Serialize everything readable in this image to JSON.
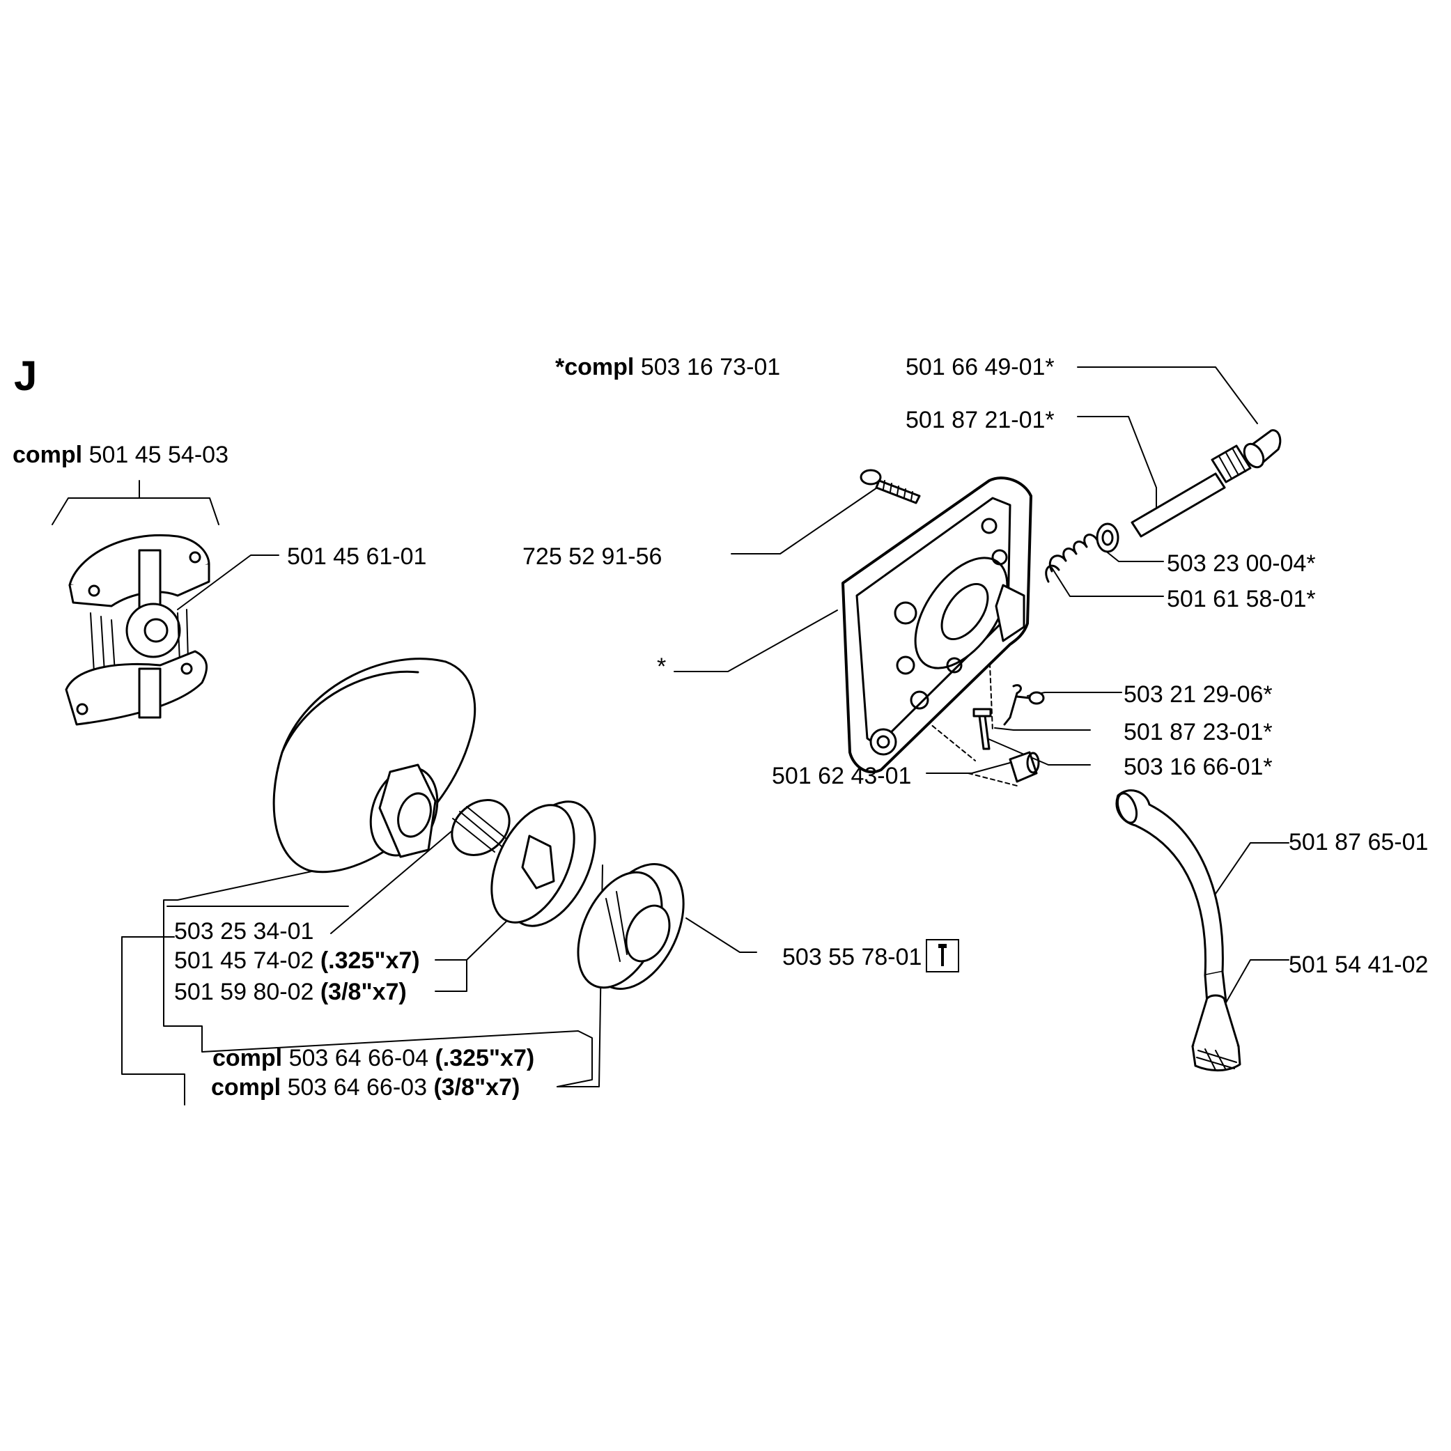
{
  "section_letter": "J",
  "labels": {
    "compl_word": "compl",
    "compl_star_word": "*compl",
    "compl_503_16_73_01": "503 16 73-01",
    "p_501_66_49_01": "501 66 49-01*",
    "p_501_87_21_01": "501 87 21-01*",
    "compl_501_45_54_03": "501 45 54-03",
    "p_501_45_61_01": "501 45 61-01",
    "p_725_52_91_56": "725 52 91-56",
    "p_503_23_00_04": "503 23 00-04*",
    "p_501_61_58_01": "501 61 58-01*",
    "star": "*",
    "p_503_21_29_06": "503 21 29-06*",
    "p_501_87_23_01": "501 87 23-01*",
    "p_503_16_66_01": "503 16 66-01*",
    "p_501_62_43_01": "501 62 43-01",
    "p_501_87_65_01": "501 87 65-01",
    "p_503_25_34_01": "503 25 34-01",
    "p_501_45_74_02": "501 45 74-02",
    "spec_325": "(.325\"x7)",
    "p_501_59_80_02": "501 59 80-02",
    "spec_38": "(3/8\"x7)",
    "p_503_55_78_01": "503 55 78-01",
    "p_501_54_41_02": "501 54 41-02",
    "compl_503_64_66_04": "503 64 66-04",
    "compl_503_64_66_03": "503 64 66-03"
  },
  "icons": {
    "tool": "wrench-tool-icon"
  }
}
